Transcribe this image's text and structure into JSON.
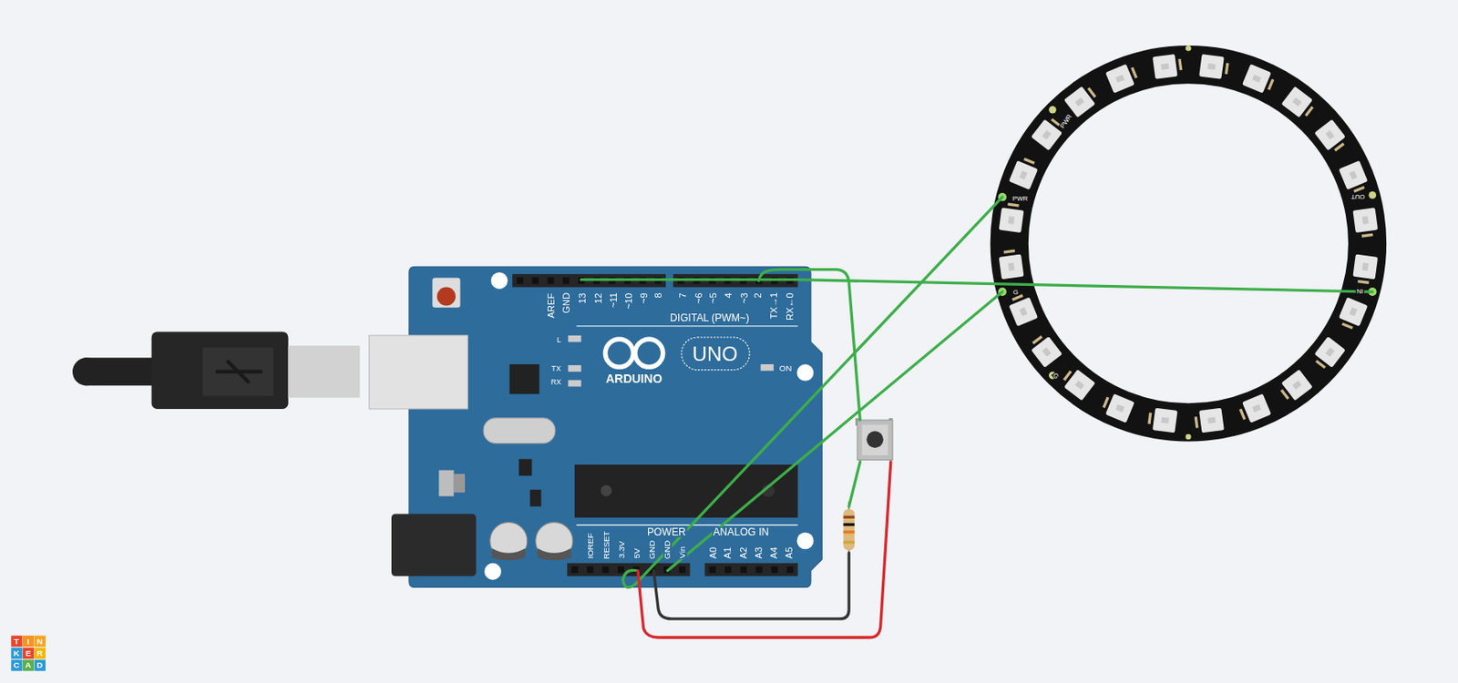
{
  "diagram": {
    "labels": [
      "AREF",
      "GND",
      "13",
      "12",
      "~11",
      "~10",
      "~9",
      "8",
      "7",
      "~6",
      "~5",
      "4",
      "~3",
      "2",
      "TX→1",
      "RX←0",
      "DIGITAL (PWM~)",
      "L",
      "TX",
      "RX",
      "ARDUINO",
      "UNO",
      "ON",
      "IOREF",
      "RESET",
      "3.3V",
      "5V",
      "GND",
      "GND",
      "Vin",
      "POWER",
      "ANALOG IN",
      "A0",
      "A1",
      "A2",
      "A3",
      "A4",
      "A5",
      "PWR",
      "PWR",
      "OUT",
      "IN",
      "G",
      "G",
      "T",
      "I",
      "N",
      "K",
      "E",
      "R",
      "C",
      "A",
      "D"
    ]
  }
}
